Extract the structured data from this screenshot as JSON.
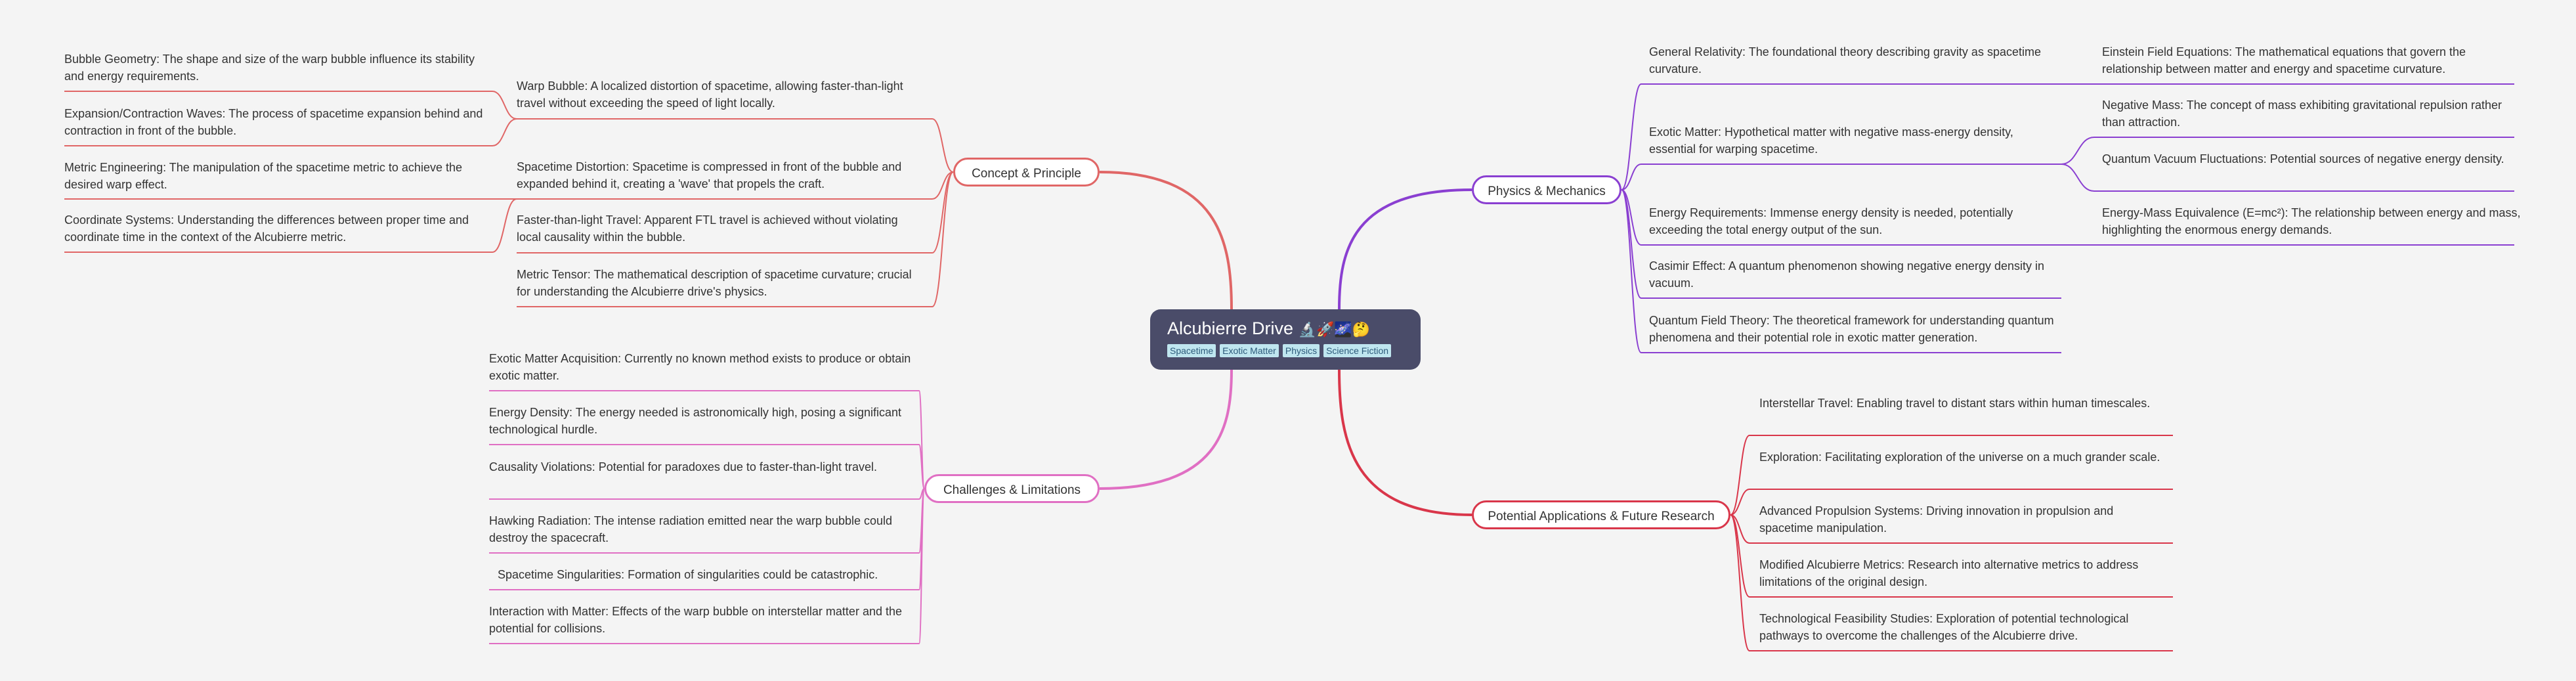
{
  "root": {
    "title": "Alcubierre Drive",
    "emoji": "🔬🚀🌌🤔",
    "tags": [
      "Spacetime",
      "Exotic Matter",
      "Physics",
      "Science Fiction"
    ]
  },
  "branches": {
    "concept": {
      "label": "Concept & Principle",
      "color": "#e06666",
      "items": [
        "Warp Bubble: A localized distortion of spacetime, allowing faster-than-light travel without exceeding the speed of light locally.",
        "Spacetime Distortion: Spacetime is compressed in front of the bubble and expanded behind it, creating a 'wave' that propels the craft.",
        "Faster-than-light Travel:  Apparent FTL travel is achieved without violating local causality within the bubble.",
        "Metric Tensor: The mathematical description of spacetime curvature; crucial for understanding the Alcubierre drive's physics."
      ],
      "warp_children": [
        "Bubble Geometry:  The shape and size of the warp bubble influence its stability and energy requirements.",
        "Expansion/Contraction Waves: The process of spacetime expansion behind and contraction in front of the bubble."
      ],
      "distortion_children": [
        "Metric Engineering: The manipulation of the spacetime metric to achieve the desired warp effect.",
        "Coordinate Systems: Understanding the differences between proper time and coordinate time in the context of the Alcubierre metric."
      ]
    },
    "challenges": {
      "label": "Challenges & Limitations",
      "color": "#e06fc3",
      "items": [
        "Exotic Matter Acquisition:  Currently no known method exists to produce or obtain exotic matter.",
        "Energy Density: The energy needed is astronomically high, posing a significant technological hurdle.",
        "Causality Violations:  Potential for paradoxes due to faster-than-light travel.",
        "Hawking Radiation: The intense radiation emitted near the warp bubble could destroy the spacecraft.",
        "Spacetime Singularities: Formation of singularities could be catastrophic.",
        "Interaction with Matter: Effects of the warp bubble on interstellar matter and the potential for collisions."
      ]
    },
    "physics": {
      "label": "Physics & Mechanics",
      "color": "#8a3fd1",
      "items": [
        "General Relativity: The foundational theory describing gravity as spacetime curvature.",
        "Exotic Matter: Hypothetical matter with negative mass-energy density, essential for warping spacetime.",
        "Energy Requirements: Immense energy density is needed, potentially exceeding the total energy output of the sun.",
        "Casimir Effect: A quantum phenomenon showing negative energy density in vacuum.",
        "Quantum Field Theory: The theoretical framework for understanding quantum phenomena and their potential role in exotic matter generation."
      ],
      "gr_children": [
        "Einstein Field Equations: The mathematical equations that govern the relationship between matter and energy and spacetime curvature."
      ],
      "exotic_children": [
        "Negative Mass: The concept of mass exhibiting gravitational repulsion rather than attraction.",
        "Quantum Vacuum Fluctuations:  Potential sources of negative energy density."
      ],
      "energy_children": [
        "Energy-Mass Equivalence (E=mc²): The relationship between energy and mass, highlighting the enormous energy demands."
      ]
    },
    "applications": {
      "label": "Potential Applications & Future Research",
      "color": "#d9364a",
      "items": [
        "Interstellar Travel:  Enabling travel to distant stars within human timescales.",
        "Exploration:  Facilitating exploration of the universe on a much grander scale.",
        "Advanced Propulsion Systems:  Driving innovation in propulsion and spacetime manipulation.",
        "Modified Alcubierre Metrics:  Research into alternative metrics to address limitations of the original design.",
        "Technological Feasibility Studies:  Exploration of potential technological pathways to overcome the challenges of the Alcubierre drive."
      ]
    }
  }
}
